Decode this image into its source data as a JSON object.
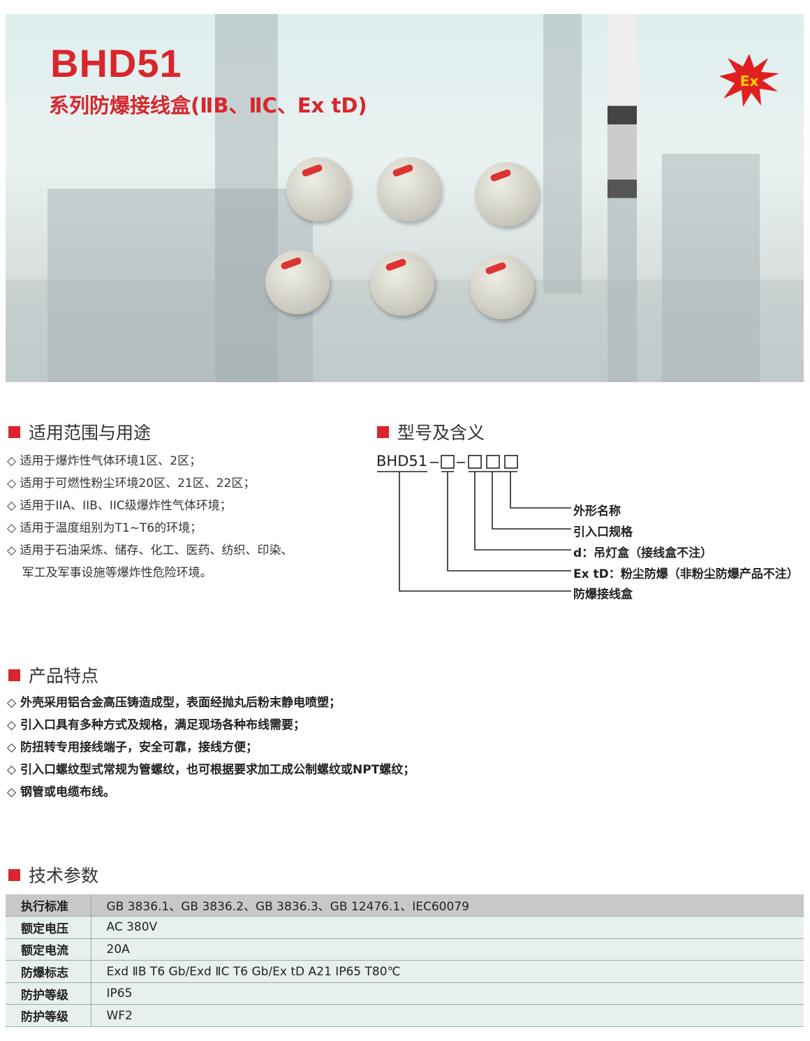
{
  "hero": {
    "title": "BHD51",
    "subtitle": "系列防爆接线盒(ⅡB、ⅡC、Ex tD)",
    "badge": "Ex"
  },
  "scope": {
    "heading": "适用范围与用途",
    "items": [
      "◇ 适用于爆炸性气体环境1区、2区；",
      "◇ 适用于可燃性粉尘环境20区、21区、22区；",
      "◇ 适用于IIA、IIB、IIC级爆炸性气体环境；",
      "◇ 适用于温度组别为T1~T6的环境；",
      "◇ 适用于石油采炼、储存、化工、医药、纺织、印染、",
      "    军工及军事设施等爆炸性危险环境。"
    ]
  },
  "model": {
    "heading": "型号及含义",
    "code": "BHD51",
    "labels": [
      "外形名称",
      "引入口规格",
      "d：吊灯盒（接线盒不注）",
      "Ex tD：粉尘防爆（非粉尘防爆产品不注）",
      "防爆接线盒"
    ]
  },
  "features": {
    "heading": "产品特点",
    "items": [
      "◇ 外壳采用铝合金高压铸造成型，表面经抛丸后粉末静电喷塑；",
      "◇ 引入口具有多种方式及规格，满足现场各种布线需要；",
      "◇ 防扭转专用接线端子，安全可靠，接线方便；",
      "◇ 引入口螺纹型式常规为管螺纹，也可根据要求加工成公制螺纹或NPT螺纹；",
      "◇ 钢管或电缆布线。"
    ]
  },
  "specs": {
    "heading": "技术参数",
    "rows": [
      [
        "执行标准",
        "GB 3836.1、GB 3836.2、GB 3836.3、GB 12476.1、IEC60079"
      ],
      [
        "额定电压",
        "AC 380V"
      ],
      [
        "额定电流",
        "20A"
      ],
      [
        "防爆标志",
        "Exd ⅡB T6 Gb/Exd ⅡC T6 Gb/Ex tD A21 IP65 T80℃"
      ],
      [
        "防护等级",
        "IP65"
      ],
      [
        "防护等级",
        "WF2"
      ]
    ]
  }
}
